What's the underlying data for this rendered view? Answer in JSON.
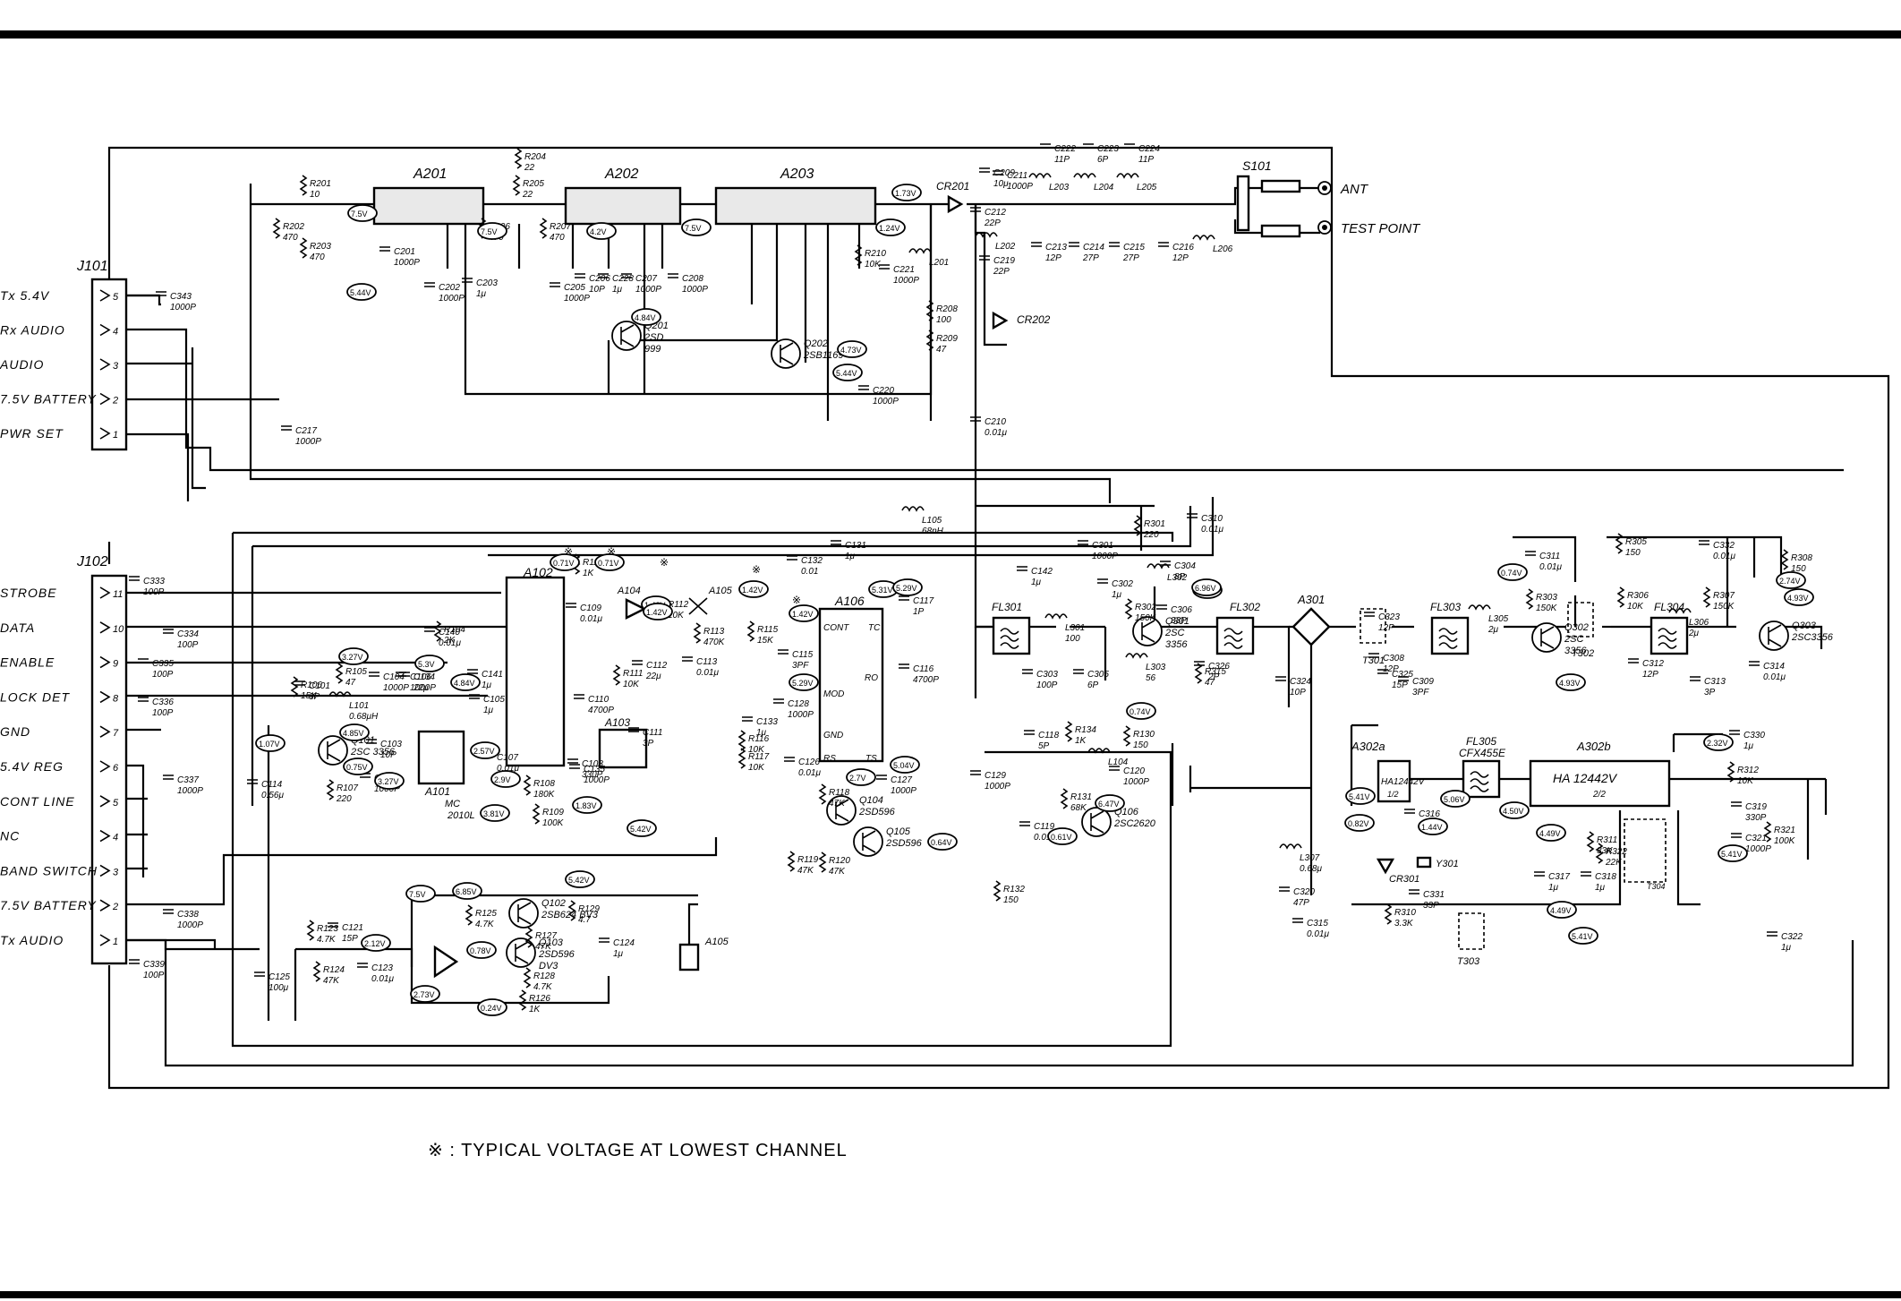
{
  "j101": {
    "ref": "J101",
    "pins": [
      {
        "num": "5",
        "label": "Tx 5.4V"
      },
      {
        "num": "4",
        "label": "Rx AUDIO"
      },
      {
        "num": "3",
        "label": "AUDIO"
      },
      {
        "num": "2",
        "label": "7.5V BATTERY"
      },
      {
        "num": "1",
        "label": "PWR SET"
      }
    ]
  },
  "j102": {
    "ref": "J102",
    "pins": [
      {
        "num": "11",
        "label": "STROBE"
      },
      {
        "num": "10",
        "label": "DATA"
      },
      {
        "num": "9",
        "label": "ENABLE"
      },
      {
        "num": "8",
        "label": "LOCK DET"
      },
      {
        "num": "7",
        "label": "GND"
      },
      {
        "num": "6",
        "label": "5.4V REG"
      },
      {
        "num": "5",
        "label": "CONT LINE"
      },
      {
        "num": "4",
        "label": "NC"
      },
      {
        "num": "3",
        "label": "BAND SWITCH"
      },
      {
        "num": "2",
        "label": "7.5V BATTERY"
      },
      {
        "num": "1",
        "label": "Tx AUDIO"
      }
    ]
  },
  "modules": [
    "A201",
    "A202",
    "A203",
    "A101",
    "A102",
    "A103",
    "A104",
    "A105",
    "A106",
    "A301",
    "A302a",
    "A302b"
  ],
  "module_labels": {
    "a302a_part": "HA12442V",
    "a302a_sub": "1/2",
    "a302b_part": "HA 12442V",
    "a302b_sub": "2/2",
    "fl305_part": "CFX455E",
    "a101_part": "MC",
    "a101_sub": "2010L",
    "a106_pins": [
      "CONT",
      "TC",
      "RO",
      "MOD",
      "GND",
      "RS",
      "TS"
    ]
  },
  "filters": [
    "FL301",
    "FL302",
    "FL303",
    "FL304",
    "FL305"
  ],
  "antenna": {
    "ant_label": "ANT",
    "test_label": "TEST POINT",
    "switch": "S101"
  },
  "transistors": [
    {
      "ref": "Q101",
      "part": "2SC 3356"
    },
    {
      "ref": "Q102",
      "part": "2SB624 BV3"
    },
    {
      "ref": "Q103",
      "part": "2SD596",
      "sub": "DV3"
    },
    {
      "ref": "Q104",
      "part": "2SD596"
    },
    {
      "ref": "Q105",
      "part": "2SD596"
    },
    {
      "ref": "Q106",
      "part": "2SC2620"
    },
    {
      "ref": "Q201",
      "part": "2SD",
      "sub": "999"
    },
    {
      "ref": "Q202",
      "part": "2SB1169"
    },
    {
      "ref": "Q301",
      "part": "2SC",
      "sub": "3356"
    },
    {
      "ref": "Q302",
      "part": "2SC",
      "sub": "3356"
    },
    {
      "ref": "Q303",
      "part": "2SC3356"
    }
  ],
  "diodes": [
    "CR201",
    "CR202",
    "CR301"
  ],
  "crystals": [
    "Y301"
  ],
  "transformers": [
    "T301",
    "T302",
    "T303",
    "T304"
  ],
  "resistors": [
    {
      "ref": "R201",
      "val": "10"
    },
    {
      "ref": "R202",
      "val": "470"
    },
    {
      "ref": "R203",
      "val": "470"
    },
    {
      "ref": "R204",
      "val": "22"
    },
    {
      "ref": "R205",
      "val": "22"
    },
    {
      "ref": "R206",
      "val": "470"
    },
    {
      "ref": "R207",
      "val": "470"
    },
    {
      "ref": "R208",
      "val": "100"
    },
    {
      "ref": "R209",
      "val": "47"
    },
    {
      "ref": "R210",
      "val": "10K"
    },
    {
      "ref": "R104",
      "val": "2K"
    },
    {
      "ref": "R105",
      "val": "47"
    },
    {
      "ref": "R106",
      "val": "15K"
    },
    {
      "ref": "R107",
      "val": "220"
    },
    {
      "ref": "R108",
      "val": "180K"
    },
    {
      "ref": "R109",
      "val": "100K"
    },
    {
      "ref": "R110",
      "val": "1K"
    },
    {
      "ref": "R111",
      "val": "10K"
    },
    {
      "ref": "R112",
      "val": "10K"
    },
    {
      "ref": "R113",
      "val": "470K"
    },
    {
      "ref": "R115",
      "val": "15K"
    },
    {
      "ref": "R116",
      "val": "10K"
    },
    {
      "ref": "R117",
      "val": "10K"
    },
    {
      "ref": "R118",
      "val": "47K"
    },
    {
      "ref": "R119",
      "val": "47K"
    },
    {
      "ref": "R120",
      "val": "47K"
    },
    {
      "ref": "R123",
      "val": "4.7K"
    },
    {
      "ref": "R124",
      "val": "47K"
    },
    {
      "ref": "R125",
      "val": "4.7K"
    },
    {
      "ref": "R126",
      "val": "1K"
    },
    {
      "ref": "R127",
      "val": "47K"
    },
    {
      "ref": "R128",
      "val": "4.7K"
    },
    {
      "ref": "R129",
      "val": "4.7"
    },
    {
      "ref": "R130",
      "val": "150"
    },
    {
      "ref": "R131",
      "val": "68K"
    },
    {
      "ref": "R132",
      "val": "150"
    },
    {
      "ref": "R134",
      "val": "1K"
    },
    {
      "ref": "R301",
      "val": "220"
    },
    {
      "ref": "R302",
      "val": "150K"
    },
    {
      "ref": "R303",
      "val": "150K"
    },
    {
      "ref": "R305",
      "val": "150"
    },
    {
      "ref": "R306",
      "val": "10K"
    },
    {
      "ref": "R307",
      "val": "150K"
    },
    {
      "ref": "R308",
      "val": "150"
    },
    {
      "ref": "R310",
      "val": "3.3K"
    },
    {
      "ref": "R311",
      "val": "33K"
    },
    {
      "ref": "R312",
      "val": "10K"
    },
    {
      "ref": "R315",
      "val": "47"
    },
    {
      "ref": "R321",
      "val": "100K"
    },
    {
      "ref": "R322",
      "val": "22K"
    }
  ],
  "capacitors": [
    {
      "ref": "C201",
      "val": "1000P"
    },
    {
      "ref": "C202",
      "val": "1000P"
    },
    {
      "ref": "C203",
      "val": "1μ"
    },
    {
      "ref": "C205",
      "val": "1000P"
    },
    {
      "ref": "C206",
      "val": "10P"
    },
    {
      "ref": "C207",
      "val": "1000P"
    },
    {
      "ref": "C208",
      "val": "1000P"
    },
    {
      "ref": "C209",
      "val": "10μ"
    },
    {
      "ref": "C210",
      "val": "0.01μ"
    },
    {
      "ref": "C211",
      "val": "1000P"
    },
    {
      "ref": "C212",
      "val": "22P"
    },
    {
      "ref": "C213",
      "val": "12P"
    },
    {
      "ref": "C214",
      "val": "27P"
    },
    {
      "ref": "C215",
      "val": "27P"
    },
    {
      "ref": "C216",
      "val": "12P"
    },
    {
      "ref": "C217",
      "val": "1000P"
    },
    {
      "ref": "C219",
      "val": "22P"
    },
    {
      "ref": "C220",
      "val": "1000P"
    },
    {
      "ref": "C221",
      "val": "1000P"
    },
    {
      "ref": "C222",
      "val": "11P"
    },
    {
      "ref": "C223",
      "val": "6P"
    },
    {
      "ref": "C224",
      "val": "11P"
    },
    {
      "ref": "C228",
      "val": "1μ"
    },
    {
      "ref": "C101",
      "val": "3P"
    },
    {
      "ref": "C102",
      "val": "1000P"
    },
    {
      "ref": "C103",
      "val": "10P"
    },
    {
      "ref": "C104",
      "val": "1000P"
    },
    {
      "ref": "C105",
      "val": "1μ"
    },
    {
      "ref": "C106",
      "val": "1000P"
    },
    {
      "ref": "C107",
      "val": "0.01μ"
    },
    {
      "ref": "C108",
      "val": "330P"
    },
    {
      "ref": "C109",
      "val": "0.01μ"
    },
    {
      "ref": "C110",
      "val": "4700P"
    },
    {
      "ref": "C111",
      "val": "3P"
    },
    {
      "ref": "C112",
      "val": "22μ"
    },
    {
      "ref": "C113",
      "val": "0.01μ"
    },
    {
      "ref": "C114",
      "val": "0.56μ"
    },
    {
      "ref": "C115",
      "val": "3PF"
    },
    {
      "ref": "C116",
      "val": "4700P"
    },
    {
      "ref": "C117",
      "val": "1P"
    },
    {
      "ref": "C118",
      "val": "5P"
    },
    {
      "ref": "C119",
      "val": "0.01μ"
    },
    {
      "ref": "C120",
      "val": "1000P"
    },
    {
      "ref": "C121",
      "val": "15P"
    },
    {
      "ref": "C123",
      "val": "0.01μ"
    },
    {
      "ref": "C124",
      "val": "1μ"
    },
    {
      "ref": "C125",
      "val": "100μ"
    },
    {
      "ref": "C126",
      "val": "0.01μ"
    },
    {
      "ref": "C127",
      "val": "1000P"
    },
    {
      "ref": "C128",
      "val": "1000P"
    },
    {
      "ref": "C129",
      "val": "1000P"
    },
    {
      "ref": "C131",
      "val": "1μ"
    },
    {
      "ref": "C132",
      "val": "0.01"
    },
    {
      "ref": "C133",
      "val": "1μ"
    },
    {
      "ref": "C134",
      "val": "22μ"
    },
    {
      "ref": "C135",
      "val": "1000P"
    },
    {
      "ref": "C140",
      "val": "0.01μ"
    },
    {
      "ref": "C141",
      "val": "1μ"
    },
    {
      "ref": "C142",
      "val": "1μ"
    },
    {
      "ref": "C301",
      "val": "1000P"
    },
    {
      "ref": "C302",
      "val": "1μ"
    },
    {
      "ref": "C303",
      "val": "100P"
    },
    {
      "ref": "C304",
      "val": "8P"
    },
    {
      "ref": "C305",
      "val": "6P"
    },
    {
      "ref": "C306",
      "val": "33P"
    },
    {
      "ref": "C308",
      "val": "12P"
    },
    {
      "ref": "C309",
      "val": "3PF"
    },
    {
      "ref": "C310",
      "val": "0.01μ"
    },
    {
      "ref": "C311",
      "val": "0.01μ"
    },
    {
      "ref": "C312",
      "val": "12P"
    },
    {
      "ref": "C313",
      "val": "3P"
    },
    {
      "ref": "C314",
      "val": "0.01μ"
    },
    {
      "ref": "C315",
      "val": "0.01μ"
    },
    {
      "ref": "C316",
      "val": "15P"
    },
    {
      "ref": "C317",
      "val": "1μ"
    },
    {
      "ref": "C318",
      "val": "1μ"
    },
    {
      "ref": "C319",
      "val": "330P"
    },
    {
      "ref": "C320",
      "val": "47P"
    },
    {
      "ref": "C321",
      "val": "1000P"
    },
    {
      "ref": "C322",
      "val": "1μ"
    },
    {
      "ref": "C323",
      "val": "12P"
    },
    {
      "ref": "C324",
      "val": "10P"
    },
    {
      "ref": "C325",
      "val": "15P"
    },
    {
      "ref": "C326",
      "val": "2P"
    },
    {
      "ref": "C330",
      "val": "1μ"
    },
    {
      "ref": "C331",
      "val": "33P"
    },
    {
      "ref": "C332",
      "val": "0.01μ"
    },
    {
      "ref": "C333",
      "val": "100P"
    },
    {
      "ref": "C334",
      "val": "100P"
    },
    {
      "ref": "C335",
      "val": "100P"
    },
    {
      "ref": "C336",
      "val": "100P"
    },
    {
      "ref": "C337",
      "val": "1000P"
    },
    {
      "ref": "C338",
      "val": "1000P"
    },
    {
      "ref": "C339",
      "val": "100P"
    },
    {
      "ref": "C343",
      "val": "1000P"
    }
  ],
  "inductors": [
    {
      "ref": "L101",
      "val": "0.68μH"
    },
    {
      "ref": "L104",
      "val": ""
    },
    {
      "ref": "L105",
      "val": "68nH"
    },
    {
      "ref": "L201",
      "val": ""
    },
    {
      "ref": "L202",
      "val": ""
    },
    {
      "ref": "L203",
      "val": ""
    },
    {
      "ref": "L204",
      "val": ""
    },
    {
      "ref": "L205",
      "val": ""
    },
    {
      "ref": "L206",
      "val": ""
    },
    {
      "ref": "L301",
      "val": "100"
    },
    {
      "ref": "L302",
      "val": ""
    },
    {
      "ref": "L303",
      "val": "56"
    },
    {
      "ref": "L305",
      "val": "2μ"
    },
    {
      "ref": "L306",
      "val": "2μ"
    },
    {
      "ref": "L307",
      "val": "0.68μ"
    }
  ],
  "voltages": [
    "1.73V",
    "7.5V",
    "1.24V",
    "4.2V",
    "7.5V",
    "5.44V",
    "4.84V",
    "7.5V",
    "4.73V",
    "5.44V",
    "0.71V",
    "0.71V",
    "1.42V",
    "1.42V",
    "1.42V",
    "5.31V",
    "1.42V",
    "5.29V",
    "5.29V",
    "3.27V",
    "5.3V",
    "6.46V",
    "4.84V",
    "4.85V",
    "2.57V",
    "1.07V",
    "0.75V",
    "3.27V",
    "2.9V",
    "1.83V",
    "3.81V",
    "5.04V",
    "2.7V",
    "0.64V",
    "5.42V",
    "7.5V",
    "6.85V",
    "5.42V",
    "2.12V",
    "0.78V",
    "2.73V",
    "0.24V",
    "6.96V",
    "0.74V",
    "0.74V",
    "4.93V",
    "2.74V",
    "4.93V",
    "6.47V",
    "0.61V",
    "5.41V",
    "5.06V",
    "4.50V",
    "0.82V",
    "1.44V",
    "4.49V",
    "4.49V",
    "5.41V",
    "2.32V",
    "5.41V"
  ],
  "footnote": {
    "mark": "※",
    "text": "※ : TYPICAL VOLTAGE AT LOWEST CHANNEL"
  }
}
